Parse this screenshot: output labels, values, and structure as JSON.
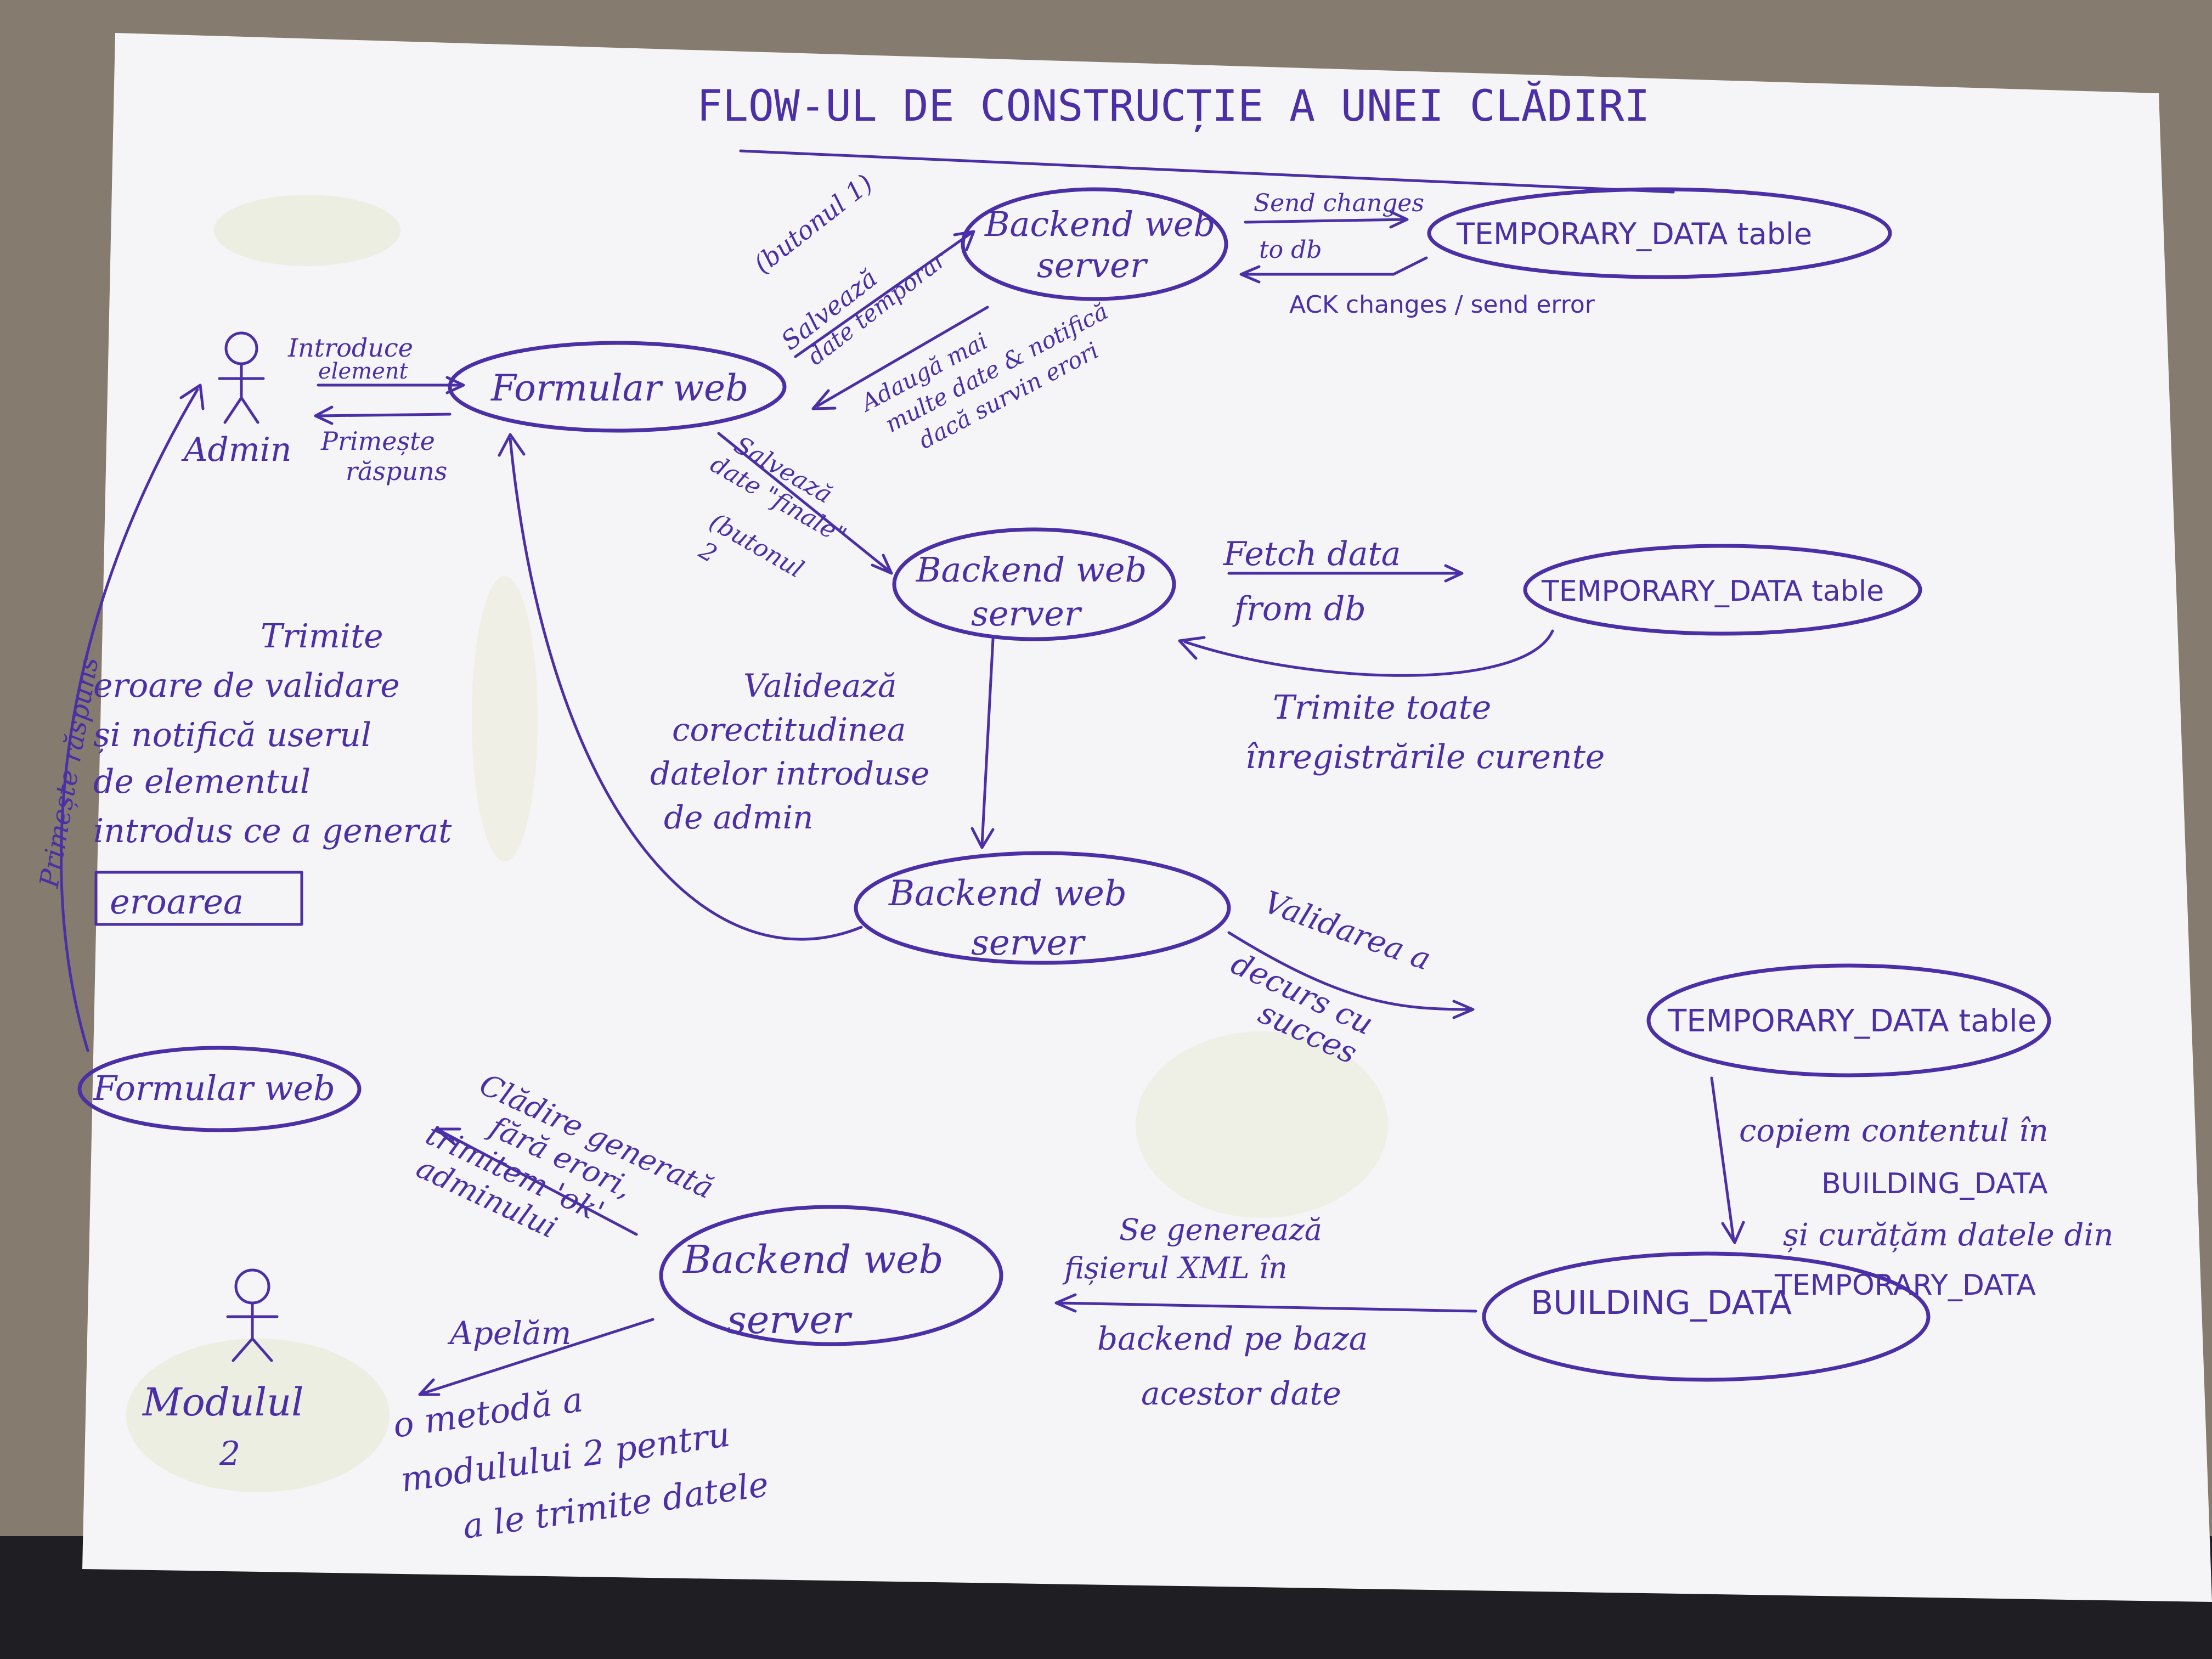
{
  "title": "FLOW-UL DE CONSTRUCȚIE A UNEI CLĂDIRI",
  "actors": {
    "admin": "Admin",
    "module2": [
      "Modulul",
      "2"
    ]
  },
  "nodes": {
    "form_web_top": "Formular web",
    "backend_1": [
      "Backend web",
      "server"
    ],
    "temp_table_1": "TEMPORARY_DATA table",
    "backend_2": [
      "Backend web",
      "server"
    ],
    "temp_table_2": "TEMPORARY_DATA table",
    "backend_3": [
      "Backend web",
      "server"
    ],
    "temp_table_3": "TEMPORARY_DATA table",
    "building_data": "BUILDING_DATA",
    "backend_4": [
      "Backend web",
      "server"
    ],
    "form_web_bottom": "Formular web"
  },
  "labels": {
    "introduce_element": [
      "Introduce",
      "element"
    ],
    "primeste_raspuns_top": [
      "Primește",
      "răspuns"
    ],
    "butonul_1": "(butonul 1)",
    "salveaza_temporar": [
      "Salvează",
      "date temporar"
    ],
    "adauga_mai_multe": [
      "Adaugă mai",
      "multe date & notifică",
      "dacă survin erori"
    ],
    "send_changes": [
      "Send changes",
      "to db"
    ],
    "ack_changes": "ACK changes / send error",
    "salveaza_final": [
      "Salvează",
      "date \"finale\""
    ],
    "butonul_2": [
      "(butonul",
      "2"
    ],
    "fetch_data": [
      "Fetch data",
      "from db"
    ],
    "trimite_toate": [
      "Trimite toate",
      "înregistrările curente"
    ],
    "valideaza": [
      "Validează",
      "corectitudinea",
      "datelor introduse",
      "de admin"
    ],
    "trimite_eroare": [
      "Trimite",
      "eroare de validare",
      "și notifică userul",
      "de elementul",
      "introdus ce a generat"
    ],
    "eroarea": "eroarea",
    "primeste_raspuns_side": "Primește răspuns",
    "validarea_succes": [
      "Validarea a",
      "decurs cu",
      "succes"
    ],
    "copiem": [
      "copiem contentul în",
      "BUILDING_DATA",
      "și curățăm datele din",
      "TEMPORARY_DATA"
    ],
    "se_genereaza": [
      "Se generează",
      "fișierul XML în"
    ],
    "backend_pe_baza": [
      "backend pe baza",
      "acestor date"
    ],
    "cladire_generata": [
      "Clădire generată",
      "fără erori,",
      "trimitem 'ok'",
      "adminului"
    ],
    "apelam": [
      "Apelăm",
      "o metodă a",
      "modulului 2 pentru",
      "a le trimite datele"
    ]
  }
}
